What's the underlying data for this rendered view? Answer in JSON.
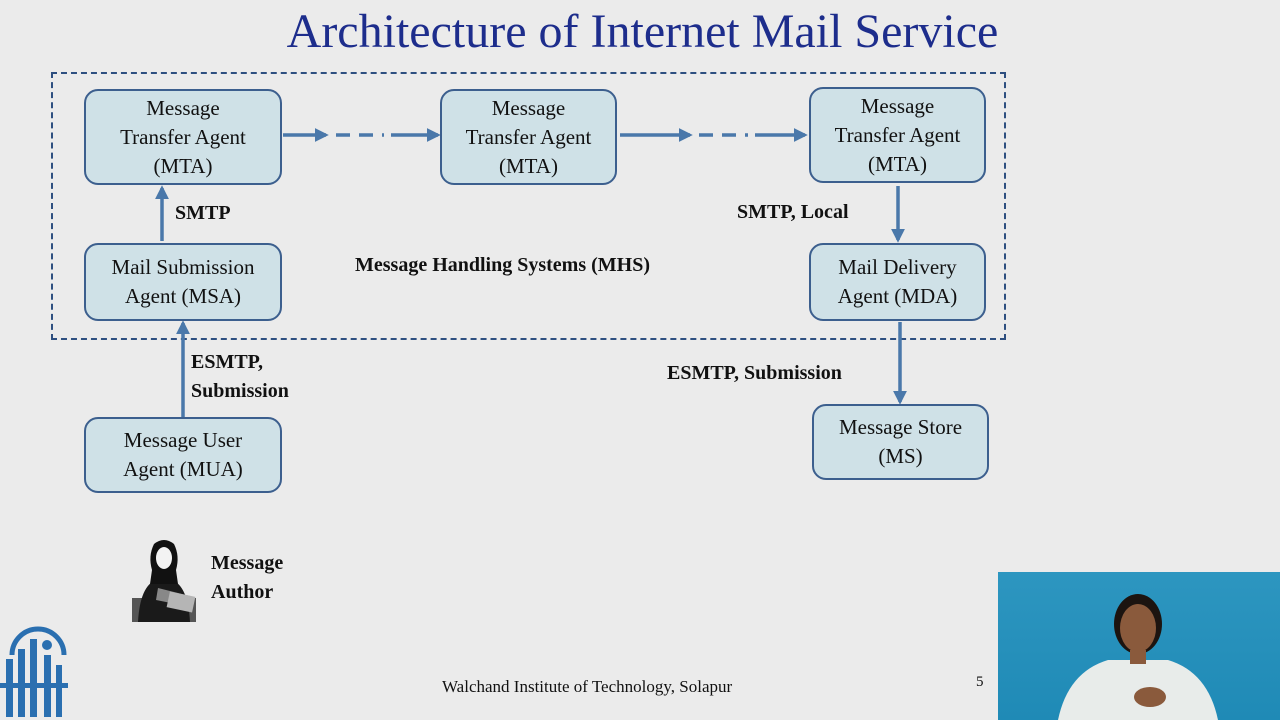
{
  "slide": {
    "title": "Architecture of Internet Mail Service",
    "footer": "Walchand Institute of Technology, Solapur",
    "page_number": "5"
  },
  "diagram": {
    "nodes": {
      "mta1": [
        "Message",
        "Transfer Agent",
        "(MTA)"
      ],
      "mta2": [
        "Message",
        "Transfer Agent",
        "(MTA)"
      ],
      "mta3": [
        "Message",
        "Transfer Agent",
        "(MTA)"
      ],
      "msa": [
        "Mail Submission",
        "Agent (MSA)"
      ],
      "mda": [
        "Mail Delivery",
        "Agent (MDA)"
      ],
      "mua": [
        "Message User",
        "Agent (MUA)"
      ],
      "ms": [
        "Message Store",
        "(MS)"
      ]
    },
    "labels": {
      "smtp": "SMTP",
      "smtp_local": "SMTP, Local",
      "mhs": "Message Handling Systems (MHS)",
      "esmtp_left": [
        "ESMTP,",
        "Submission"
      ],
      "esmtp_right": "ESMTP, Submission",
      "author": [
        "Message",
        "Author"
      ]
    },
    "colors": {
      "node_fill": "#cfe1e7",
      "node_border": "#3c5f8e",
      "arrow": "#4a78aa",
      "title": "#1d2d8c"
    }
  }
}
